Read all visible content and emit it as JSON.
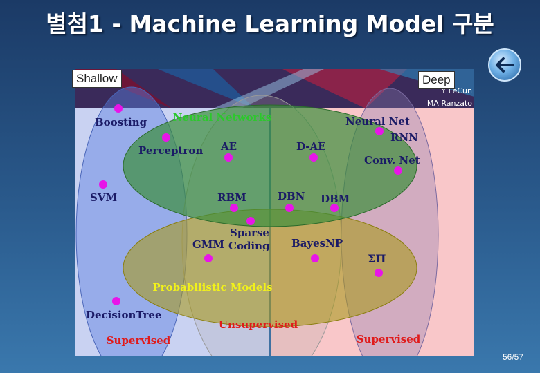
{
  "slide": {
    "title": "별첨1 - Machine Learning Model 구분",
    "page": "56/57"
  },
  "axis_labels": {
    "shallow": "Shallow",
    "deep": "Deep"
  },
  "credits": [
    "Y LeCun",
    "MA Ranzato"
  ],
  "regions": {
    "neural_networks": "Neural Networks",
    "probabilistic_models": "Probabilistic Models",
    "supervised_left": "Supervised",
    "unsupervised": "Unsupervised",
    "supervised_right": "Supervised"
  },
  "models": [
    "Boosting",
    "Perceptron",
    "AE",
    "D-AE",
    "Neural Net",
    "RNN",
    "Conv. Net",
    "SVM",
    "RBM",
    "DBN",
    "DBM",
    "Sparse",
    "Coding",
    "GMM",
    "BayesNP",
    "ΣΠ",
    "DecisionTree"
  ],
  "colors": {
    "shallow_bg": "#c9d2f2",
    "deep_bg": "#f9c7c9",
    "neural_networks": "#3c8f3c",
    "probabilistic_models": "#a89a1e",
    "supervised": "#5a7fe0",
    "dot": "#e815e8",
    "region_label_green": "#2cc82c",
    "region_label_yellow": "#f2f21a",
    "region_label_red": "#e01a1a"
  },
  "icons": {
    "back": "back-arrow-icon"
  }
}
